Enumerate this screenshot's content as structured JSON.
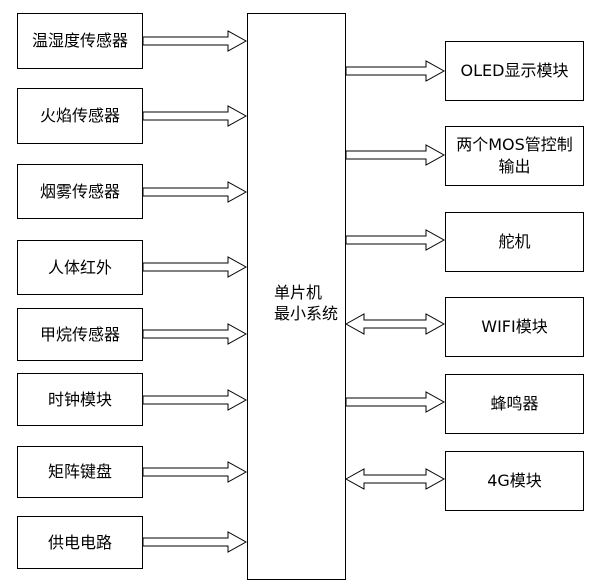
{
  "mcu": {
    "line1": "单片机",
    "line2": "最小系统"
  },
  "inputs": [
    {
      "label": "温湿度传感器"
    },
    {
      "label": "火焰传感器"
    },
    {
      "label": "烟雾传感器"
    },
    {
      "label": "人体红外"
    },
    {
      "label": "甲烷传感器"
    },
    {
      "label": "时钟模块"
    },
    {
      "label": "矩阵键盘"
    },
    {
      "label": "供电电路"
    }
  ],
  "outputs": [
    {
      "label": "OLED显示模块",
      "direction": "out"
    },
    {
      "label": "两个MOS管控制输出",
      "direction": "out"
    },
    {
      "label": "舵机",
      "direction": "out"
    },
    {
      "label": "WIFI模块",
      "direction": "bidirectional"
    },
    {
      "label": "蜂鸣器",
      "direction": "out"
    },
    {
      "label": "4G模块",
      "direction": "bidirectional"
    }
  ]
}
